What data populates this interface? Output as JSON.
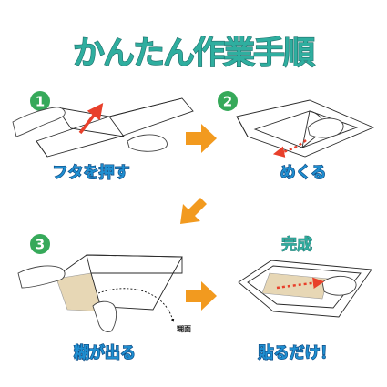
{
  "title": "かんたん作業手順",
  "steps": [
    {
      "number": "1",
      "caption": "フタを押す"
    },
    {
      "number": "2",
      "caption": "めくる"
    },
    {
      "number": "3",
      "caption": "糊が出る",
      "annotation": "糊面"
    },
    {
      "caption": "貼るだけ！",
      "status": "完成"
    }
  ],
  "colors": {
    "title": "#2fae9f",
    "step_badge": "#36a95a",
    "caption": "#1f8fd1",
    "arrow": "#f29a1f",
    "red_arrow": "#e8402b",
    "sleeve": "#cfe6f6",
    "glue_strip": "#e7d7b5"
  },
  "icons": [
    "arrow-right-icon",
    "arrow-down-left-icon",
    "red-arrow-icon",
    "hand-icon"
  ]
}
